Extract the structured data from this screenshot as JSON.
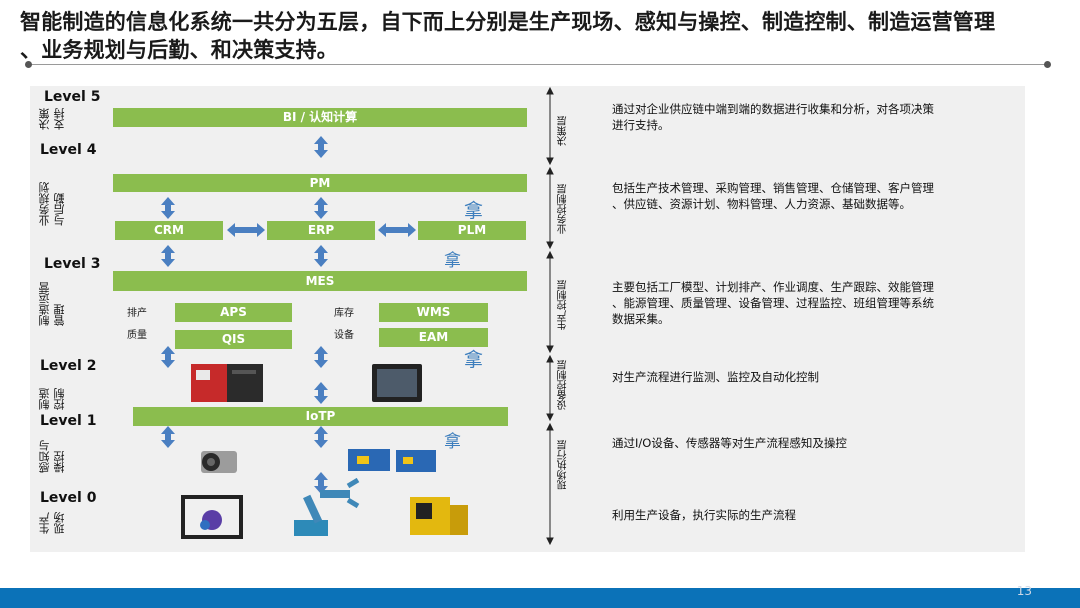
{
  "title_line1": "智能制造的信息化系统一共分为五层，自下而上分别是生产现场、感知与操控、制造控制、制造运营管理",
  "title_line2": "、业务规划与后勤、和决策支持。",
  "levels": [
    "Level 5",
    "Level 4",
    "Level 3",
    "Level 2",
    "Level 1",
    "Level 0"
  ],
  "left_labels": {
    "decision_a": "决策",
    "decision_b": "支持",
    "business_a": "业务规划",
    "business_b": "与后勤",
    "mom_a": "制造运营",
    "mom_b": "管理",
    "control_a": "制造",
    "control_b": "控制",
    "sense_a": "感知与",
    "sense_b": "操控",
    "field_a": "生产",
    "field_b": "现场"
  },
  "bars": {
    "bi": "BI / 认知计算",
    "pm": "PM",
    "crm": "CRM",
    "erp": "ERP",
    "plm": "PLM",
    "mes": "MES",
    "aps": "APS",
    "wms": "WMS",
    "qis": "QIS",
    "eam": "EAM",
    "iotp": "IoTP"
  },
  "small_labels": {
    "schedule": "排产",
    "quality": "质量",
    "inventory": "库存",
    "equipment": "设备"
  },
  "glyph": "拿",
  "layers": [
    "决策层",
    "业务控制层",
    "生产控制层",
    "设备控制层",
    "现场执行层"
  ],
  "descriptions": {
    "d5a": "通过对企业供应链中端到端的数据进行收集和分析，对各项决策",
    "d5b": "进行支持。",
    "d4a": "包括生产技术管理、采购管理、销售管理、仓储管理、客户管理",
    "d4b": "、供应链、资源计划、物料管理、人力资源、基础数据等。",
    "d3a": "主要包括工厂模型、计划排产、作业调度、生产跟踪、效能管理",
    "d3b": "、能源管理、质量管理、设备管理、过程监控、班组管理等系统",
    "d3c": "数据采集。",
    "d2": "对生产流程进行监测、监控及自动化控制",
    "d1": "通过I/O设备、传感器等对生产流程感知及操控",
    "d0": "利用生产设备，执行实际的生产流程"
  },
  "page_number": "13",
  "colors": {
    "bar": "#8bbd4e",
    "arrow": "#4a7fc1",
    "footer": "#0b72b8",
    "panel": "#f0f0f0"
  }
}
